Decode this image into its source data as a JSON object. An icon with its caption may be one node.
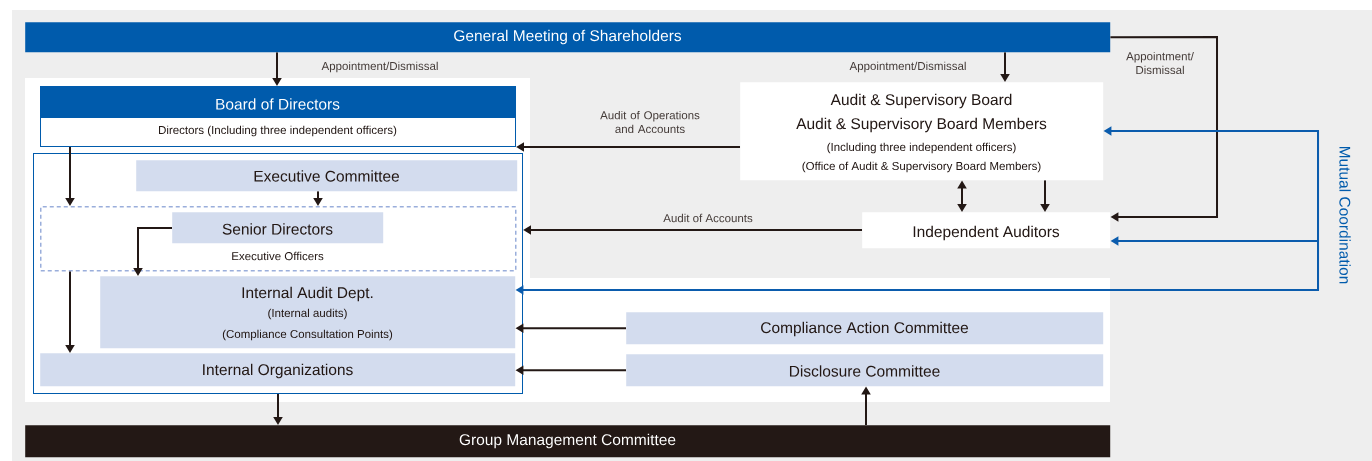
{
  "diagram": {
    "nodes": [
      {
        "text": [
          "General Meeting of Shareholders"
        ]
      },
      {
        "text": [
          "Board of Directors",
          "Directors (Including three independent officers)"
        ]
      },
      {
        "text": [],
        "shape": "box"
      },
      {
        "text": [
          "Executive Committee"
        ],
        "in": 2
      },
      {
        "text": [
          "Executive Officers"
        ],
        "in": 2
      },
      {
        "text": [
          "Senior Directors"
        ],
        "in": 4
      },
      {
        "text": [
          "Internal Audit Dept.",
          "(Internal audits)",
          "(Compliance Consultation Points)"
        ],
        "in": 2
      },
      {
        "text": [
          "Internal Organizations"
        ],
        "in": 2
      },
      {
        "text": [
          "Audit & Supervisory Board",
          "Audit & Supervisory Board Members",
          "(Including three independent officers)",
          "(Office of Audit & Supervisory Board Members)"
        ]
      },
      {
        "text": [
          "Independent Auditors"
        ]
      },
      {
        "text": [
          "Compliance Action Committee"
        ]
      },
      {
        "text": [
          "Disclosure Committee"
        ]
      },
      {
        "text": [
          "Group Management Committee"
        ]
      }
    ],
    "edges": [
      {
        "from": 0,
        "to": 1,
        "arrow": "to",
        "label": "Appointment/Dismissal"
      },
      {
        "from": 0,
        "to": 8,
        "arrow": "to",
        "label": "Appointment/Dismissal"
      },
      {
        "from": 0,
        "to": 9,
        "arrow": "to",
        "label": "Appointment/ Dismissal"
      },
      {
        "from": 8,
        "to": 1,
        "arrow": "to",
        "label": "Audit of Operations and Accounts"
      },
      {
        "from": 8,
        "to": 9,
        "arrow": "both"
      },
      {
        "from": 8,
        "to": 9,
        "arrow": "to"
      },
      {
        "from": 9,
        "to": 2,
        "arrow": "to",
        "label": "Audit of Accounts"
      },
      {
        "from": 3,
        "to": 4,
        "arrow": "to"
      },
      {
        "from": 1,
        "to": 4,
        "arrow": "to"
      },
      {
        "from": 5,
        "to": 6,
        "arrow": "to"
      },
      {
        "from": 4,
        "to": 7,
        "arrow": "to"
      },
      {
        "from": 10,
        "to": 6,
        "arrow": "to"
      },
      {
        "from": 11,
        "to": 7,
        "arrow": "to"
      },
      {
        "from": 2,
        "to": 12,
        "arrow": "to"
      },
      {
        "from": 12,
        "to": 11,
        "arrow": "to"
      },
      {
        "from": null,
        "to": 8,
        "arrow": "to",
        "color": "#0b5cad"
      },
      {
        "from": null,
        "to": 9,
        "arrow": "to",
        "color": "#0b5cad"
      },
      {
        "from": null,
        "to": 6,
        "arrow": "to",
        "color": "#0b5cad"
      }
    ],
    "labels": [
      "Mutual Coordination"
    ]
  }
}
